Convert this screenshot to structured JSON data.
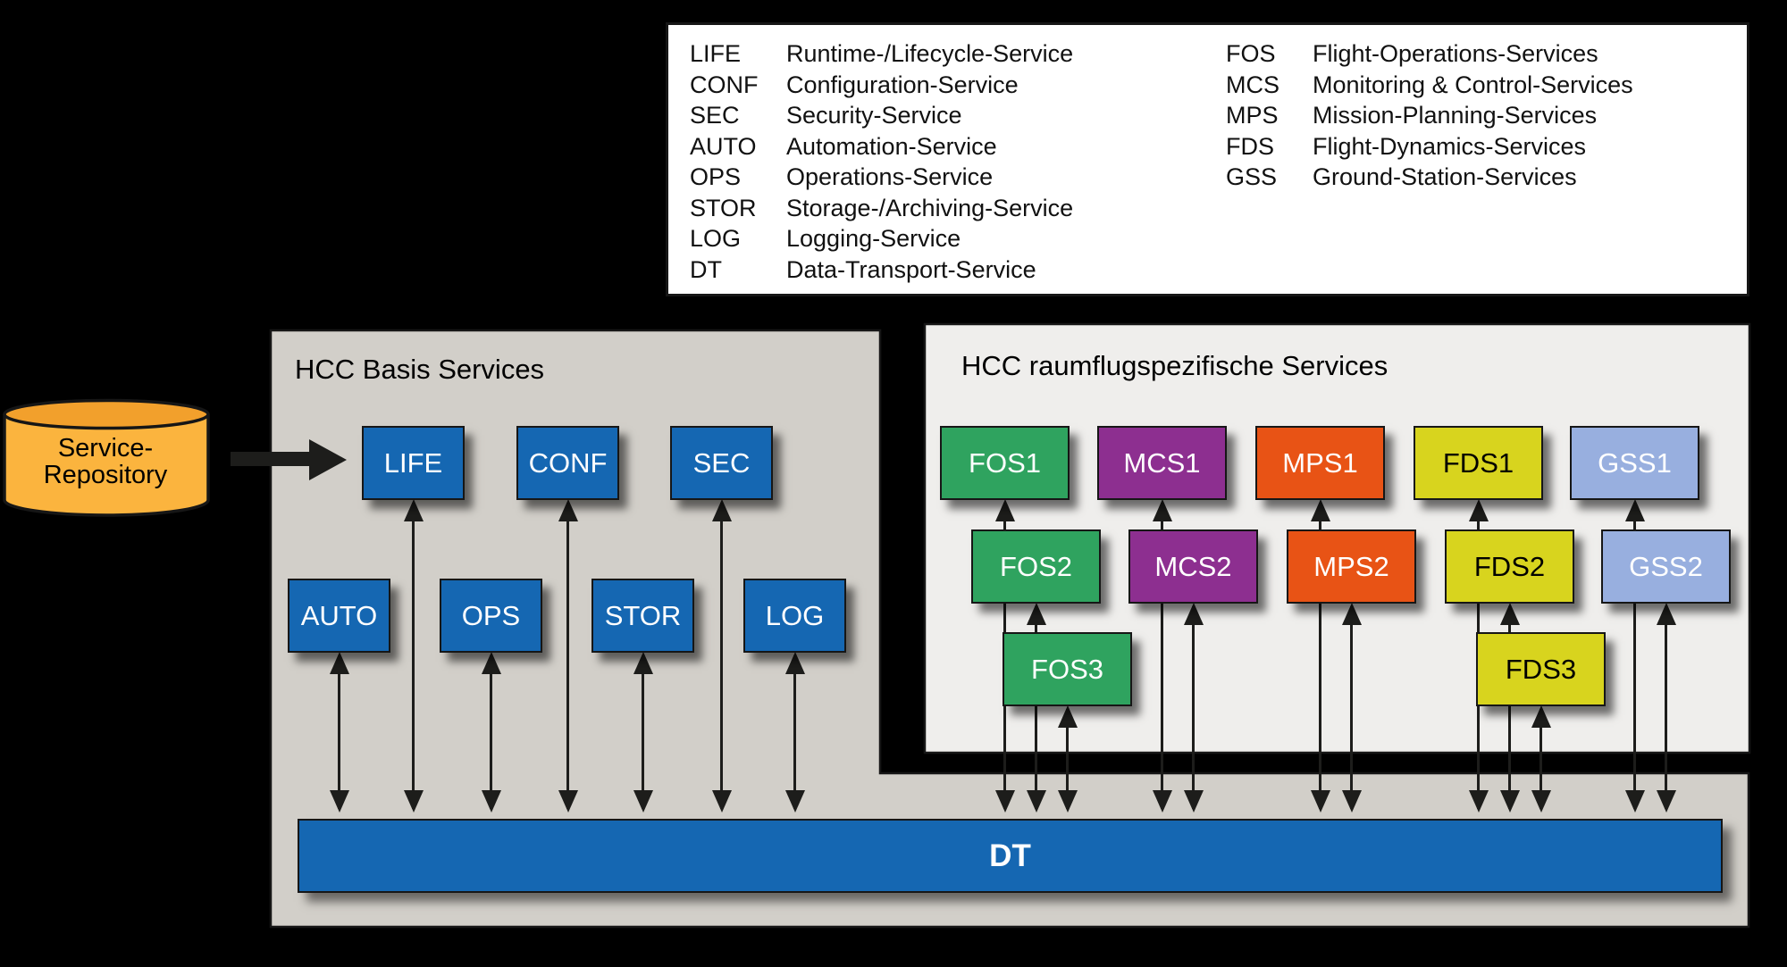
{
  "legend": {
    "left": [
      {
        "abbr": "LIFE",
        "desc": "Runtime-/Lifecycle-Service"
      },
      {
        "abbr": "CONF",
        "desc": "Configuration-Service"
      },
      {
        "abbr": "SEC",
        "desc": "Security-Service"
      },
      {
        "abbr": "AUTO",
        "desc": "Automation-Service"
      },
      {
        "abbr": "OPS",
        "desc": "Operations-Service"
      },
      {
        "abbr": "STOR",
        "desc": "Storage-/Archiving-Service"
      },
      {
        "abbr": "LOG",
        "desc": "Logging-Service"
      },
      {
        "abbr": "DT",
        "desc": "Data-Transport-Service"
      }
    ],
    "right": [
      {
        "abbr": "FOS",
        "desc": "Flight-Operations-Services"
      },
      {
        "abbr": "MCS",
        "desc": "Monitoring & Control-Services"
      },
      {
        "abbr": "MPS",
        "desc": "Mission-Planning-Services"
      },
      {
        "abbr": "FDS",
        "desc": "Flight-Dynamics-Services"
      },
      {
        "abbr": "GSS",
        "desc": "Ground-Station-Services"
      }
    ]
  },
  "repository": {
    "label_line1": "Service-",
    "label_line2": "Repository",
    "body_color": "#FBB43E",
    "top_color": "#F2A02C"
  },
  "basis_panel": {
    "title": "HCC Basis Services",
    "bg_color": "#D2CFC9",
    "box_color": "#1567B2",
    "box_text_color": "#FFFFFF",
    "row1": [
      "LIFE",
      "CONF",
      "SEC"
    ],
    "row2": [
      "AUTO",
      "OPS",
      "STOR",
      "LOG"
    ]
  },
  "space_panel": {
    "title": "HCC raumflugspezifische Services",
    "bg_color": "#EFEEEC",
    "groups": [
      {
        "name": "FOS",
        "color": "#2FA35F",
        "text_color": "#FFFFFF",
        "boxes": [
          "FOS1",
          "FOS2",
          "FOS3"
        ]
      },
      {
        "name": "MCS",
        "color": "#8D2F90",
        "text_color": "#FFFFFF",
        "boxes": [
          "MCS1",
          "MCS2"
        ]
      },
      {
        "name": "MPS",
        "color": "#E85315",
        "text_color": "#FFFFFF",
        "boxes": [
          "MPS1",
          "MPS2"
        ]
      },
      {
        "name": "FDS",
        "color": "#D8D41E",
        "text_color": "#000000",
        "boxes": [
          "FDS1",
          "FDS2",
          "FDS3"
        ]
      },
      {
        "name": "GSS",
        "color": "#98AFDF",
        "text_color": "#FFFFFF",
        "boxes": [
          "GSS1",
          "GSS2"
        ]
      }
    ]
  },
  "dt_bar": {
    "label": "DT",
    "color": "#1567B2",
    "text_color": "#FFFFFF"
  },
  "connector_color": "#1d1d1b"
}
